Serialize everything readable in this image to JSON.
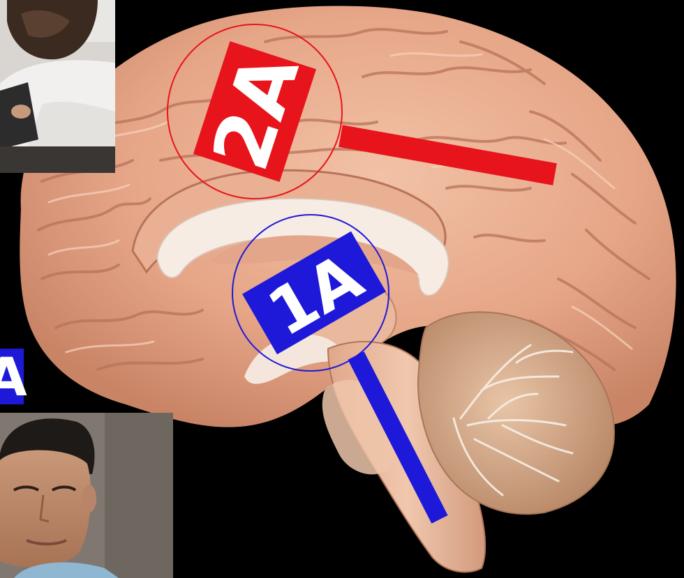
{
  "labels": {
    "top": {
      "text": "2A",
      "color": "#e8141b"
    },
    "bottom": {
      "text": "1A",
      "color": "#1e19d8"
    },
    "edge": {
      "text": "A",
      "color": "#1e19d8"
    }
  },
  "colors": {
    "background": "#000000",
    "brain_tissue": "#e7a98a",
    "brain_light": "#f1c5ab",
    "brain_shadow": "#c9876a",
    "white_matter": "#f6ede6",
    "cerebellum": "#d9ae8c"
  },
  "insets": {
    "top_left": "person-writing-photo",
    "bottom_left": "presenter-photo"
  }
}
